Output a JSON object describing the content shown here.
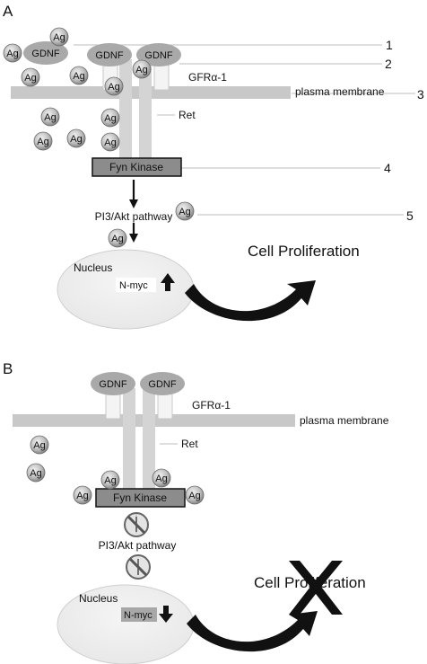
{
  "panel_a": {
    "letter": "A",
    "ligand": "GDNF",
    "antigen": "Ag",
    "coreceptor": "GFRα-1",
    "membrane": "plasma membrane",
    "receptor": "Ret",
    "kinase": "Fyn Kinase",
    "pathway": "PI3/Akt pathway",
    "nucleus": "Nucleus",
    "gene": "N-myc",
    "outcome": "Cell Proliferation",
    "callouts": [
      "1",
      "2",
      "3",
      "4",
      "5"
    ],
    "gene_trend": "up"
  },
  "panel_b": {
    "letter": "B",
    "ligand": "GDNF",
    "antigen": "Ag",
    "coreceptor": "GFRα-1",
    "membrane": "plasma membrane",
    "receptor": "Ret",
    "kinase": "Fyn Kinase",
    "pathway": "PI3/Akt pathway",
    "nucleus": "Nucleus",
    "gene": "N-myc",
    "outcome": "Cell Proliferation",
    "gene_trend": "down",
    "outcome_blocked": true
  }
}
